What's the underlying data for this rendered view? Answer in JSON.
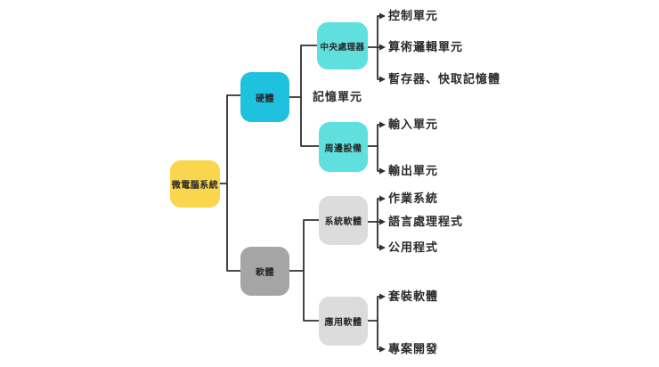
{
  "diagram_type": "tree",
  "tree": {
    "label": "微電腦系統",
    "children": [
      {
        "label": "硬體",
        "children": [
          {
            "label": "中央處理器",
            "children": [
              {
                "label": "控制單元"
              },
              {
                "label": "算術邏輯單元"
              },
              {
                "label": "暫存器、快取記憶體"
              }
            ]
          },
          {
            "label": "記憶單元"
          },
          {
            "label": "周邊設備",
            "children": [
              {
                "label": "輸入單元"
              },
              {
                "label": "輸出單元"
              }
            ]
          }
        ]
      },
      {
        "label": "軟體",
        "children": [
          {
            "label": "系統軟體",
            "children": [
              {
                "label": "作業系統"
              },
              {
                "label": "語言處理程式"
              },
              {
                "label": "公用程式"
              }
            ]
          },
          {
            "label": "應用軟體",
            "children": [
              {
                "label": "套裝軟體"
              },
              {
                "label": "專案開發"
              }
            ]
          }
        ]
      }
    ]
  },
  "colors": {
    "root_fill": "#FAD64F",
    "hardware_fill": "#1FC2DE",
    "hardware_child_fill": "#5FE0DF",
    "software_fill": "#A5A5A5",
    "software_child_fill": "#DCDCDC",
    "line": "#303030",
    "text": "#2A2A2A",
    "background": "#FFFFFF"
  }
}
